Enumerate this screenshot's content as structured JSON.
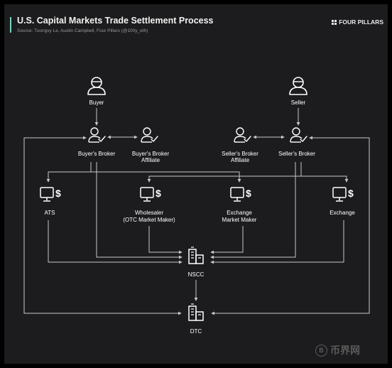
{
  "header": {
    "title": "U.S. Capital Markets Trade Settlement Process",
    "subtitle": "Source: Tuongvy Le, Austin Campbell, Four Pillars (@100y_eth)",
    "brand": "FOUR PILLARS"
  },
  "nodes": {
    "buyer": "Buyer",
    "seller": "Seller",
    "buyers_broker": "Buyer's Broker",
    "buyers_broker_affiliate_1": "Buyer's Broker",
    "buyers_broker_affiliate_2": "Affiliate",
    "sellers_broker_affiliate_1": "Seller's Broker",
    "sellers_broker_affiliate_2": "Affiliate",
    "sellers_broker": "Seller's Broker",
    "ats": "ATS",
    "wholesaler_1": "Wholesaler",
    "wholesaler_2": "(OTC Market Maker)",
    "exchange_mm_1": "Exchange",
    "exchange_mm_2": "Market Maker",
    "exchange": "Exchange",
    "nscc": "NSCC",
    "dtc": "DTC"
  },
  "watermark": {
    "symbol": "B",
    "text": "币界网"
  },
  "colors": {
    "background": "#1c1c1e",
    "line": "#c8c8c8",
    "icon": "#ffffff",
    "accent": "#5de0c0"
  },
  "icons": {
    "person": "user-icon",
    "broker": "user-check-icon",
    "venue": "monitor-dollar-icon",
    "clearing": "building-icon"
  }
}
